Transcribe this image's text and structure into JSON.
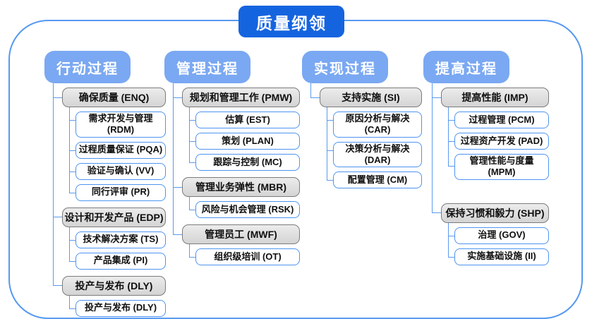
{
  "title": "质量纲领",
  "colors": {
    "title_bg": "#1564df",
    "header_bg": "#7aa8f2",
    "line": "#5a9aee",
    "l2_border": "#7c7c7c",
    "l3_border": "#4e94f0",
    "frame_border": "#5599f0"
  },
  "columns": [
    {
      "title": "行动过程",
      "groups": [
        {
          "label": "确保质量 (ENQ)",
          "children": [
            "需求开发与管理 (RDM)",
            "过程质量保证 (PQA)",
            "验证与确认 (VV)",
            "同行评审 (PR)"
          ]
        },
        {
          "label": "设计和开发产品 (EDP)",
          "children": [
            "技术解决方案 (TS)",
            "产品集成 (PI)"
          ]
        },
        {
          "label": "投产与发布 (DLY)",
          "children": [
            "投产与发布 (DLY)"
          ]
        }
      ]
    },
    {
      "title": "管理过程",
      "groups": [
        {
          "label": "规划和管理工作 (PMW)",
          "children": [
            "估算 (EST)",
            "策划 (PLAN)",
            "跟踪与控制 (MC)"
          ]
        },
        {
          "label": "管理业务弹性 (MBR)",
          "children": [
            "风险与机会管理 (RSK)"
          ]
        },
        {
          "label": "管理员工 (MWF)",
          "children": [
            "组织级培训 (OT)"
          ]
        }
      ]
    },
    {
      "title": "实现过程",
      "groups": [
        {
          "label": "支持实施 (SI)",
          "children": [
            "原因分析与解决 (CAR)",
            "决策分析与解决 (DAR)",
            "配置管理 (CM)"
          ]
        }
      ]
    },
    {
      "title": "提高过程",
      "groups": [
        {
          "label": "提高性能 (IMP)",
          "children": [
            "过程管理 (PCM)",
            "过程资产开发 (PAD)",
            "管理性能与度量 (MPM)"
          ]
        },
        {
          "label": "保持习惯和毅力 (SHP)",
          "children": [
            "治理 (GOV)",
            "实施基础设施 (II)"
          ]
        }
      ]
    }
  ]
}
